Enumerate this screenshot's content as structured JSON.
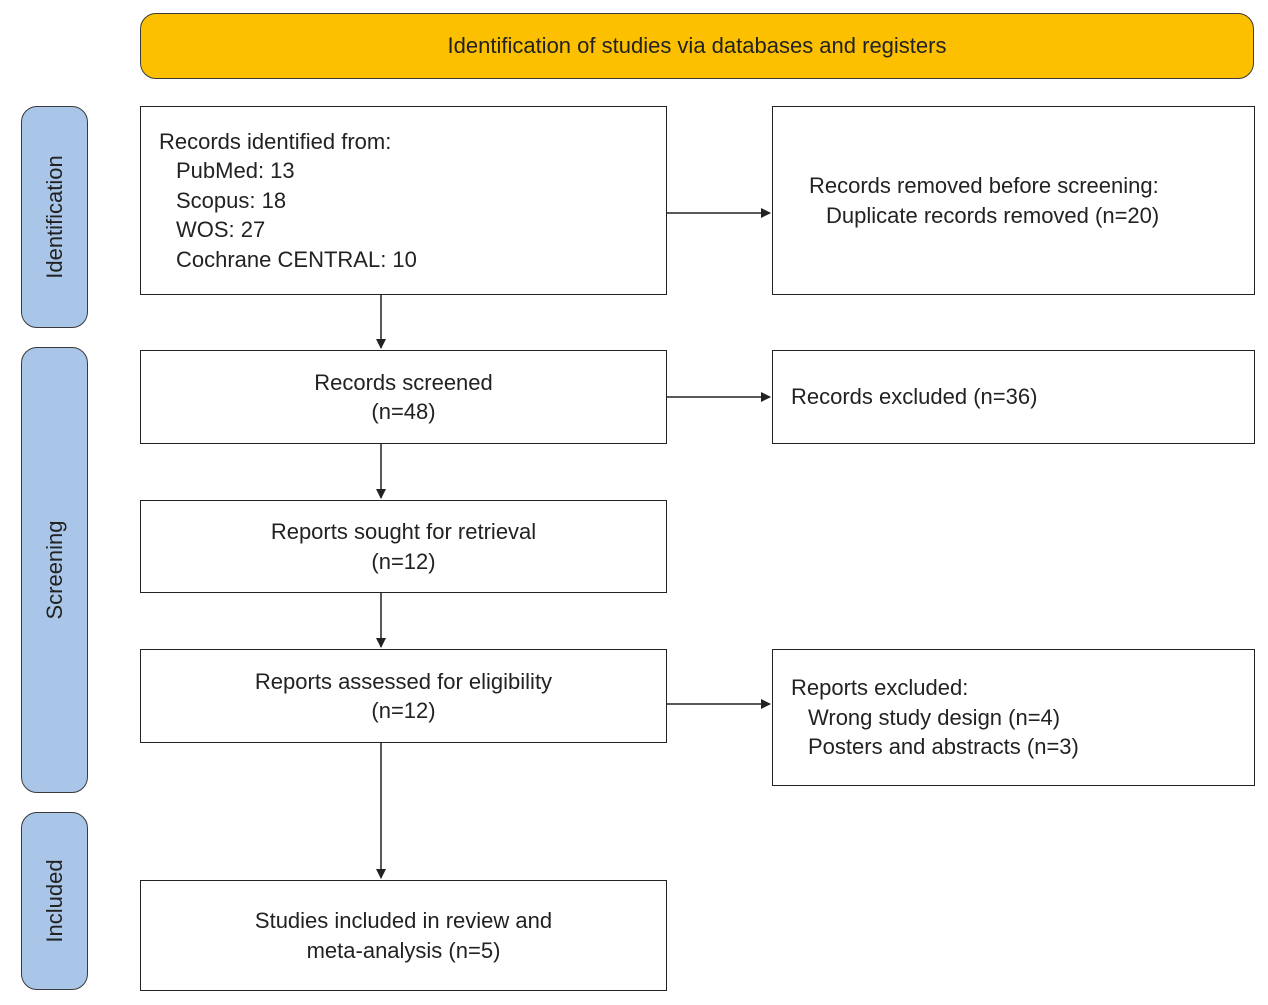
{
  "banner": {
    "text": "Identification of studies via databases and registers"
  },
  "phases": {
    "identification": "Identification",
    "screening": "Screening",
    "included": "Included"
  },
  "boxes": {
    "records_identified": {
      "heading": "Records identified from:",
      "items": [
        "PubMed: 13",
        "Scopus: 18",
        "WOS: 27",
        "Cochrane CENTRAL: 10"
      ]
    },
    "records_removed": {
      "heading": "Records removed before screening:",
      "items": [
        "Duplicate records removed (n=20)"
      ]
    },
    "records_screened": {
      "line1": "Records screened",
      "line2": "(n=48)"
    },
    "records_excluded": {
      "text": "Records excluded (n=36)"
    },
    "reports_sought": {
      "line1": "Reports sought for retrieval",
      "line2": "(n=12)"
    },
    "reports_assessed": {
      "line1": "Reports assessed for eligibility",
      "line2": "(n=12)"
    },
    "reports_excluded": {
      "heading": "Reports excluded:",
      "items": [
        "Wrong study design (n=4)",
        "Posters and abstracts (n=3)"
      ]
    },
    "studies_included": {
      "line1": "Studies included in review and",
      "line2": "meta-analysis (n=5)"
    }
  },
  "colors": {
    "banner": "#fdc000",
    "phase_label": "#a9c6e8",
    "border": "#222222"
  }
}
